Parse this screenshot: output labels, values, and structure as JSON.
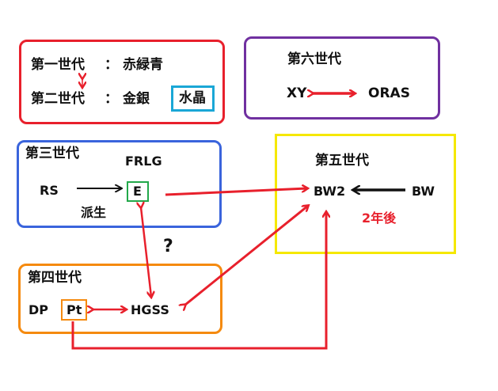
{
  "gen1": {
    "label": "第一世代",
    "colon": "：",
    "games": "赤緑青"
  },
  "gen2": {
    "label": "第二世代",
    "colon": "：",
    "games": "金銀",
    "extra": "水晶"
  },
  "gen3": {
    "label": "第三世代",
    "rs": "RS",
    "frlg": "FRLG",
    "e": "E",
    "derived": "派生"
  },
  "gen4": {
    "label": "第四世代",
    "dp": "DP",
    "pt": "Pt",
    "hgss": "HGSS"
  },
  "gen5": {
    "label": "第五世代",
    "bw2": "BW2",
    "bw": "BW",
    "note": "2年後"
  },
  "gen6": {
    "label": "第六世代",
    "xy": "XY",
    "oras": "ORAS"
  },
  "question": "?",
  "colors": {
    "gen1_2": "#e8202c",
    "gen6": "#7030a0",
    "gen3": "#3a64dc",
    "gen5": "#f5e800",
    "gen4": "#f58a0f",
    "crystal": "#1aa7d6",
    "emerald": "#22a84a",
    "arrow": "#e8202c"
  }
}
